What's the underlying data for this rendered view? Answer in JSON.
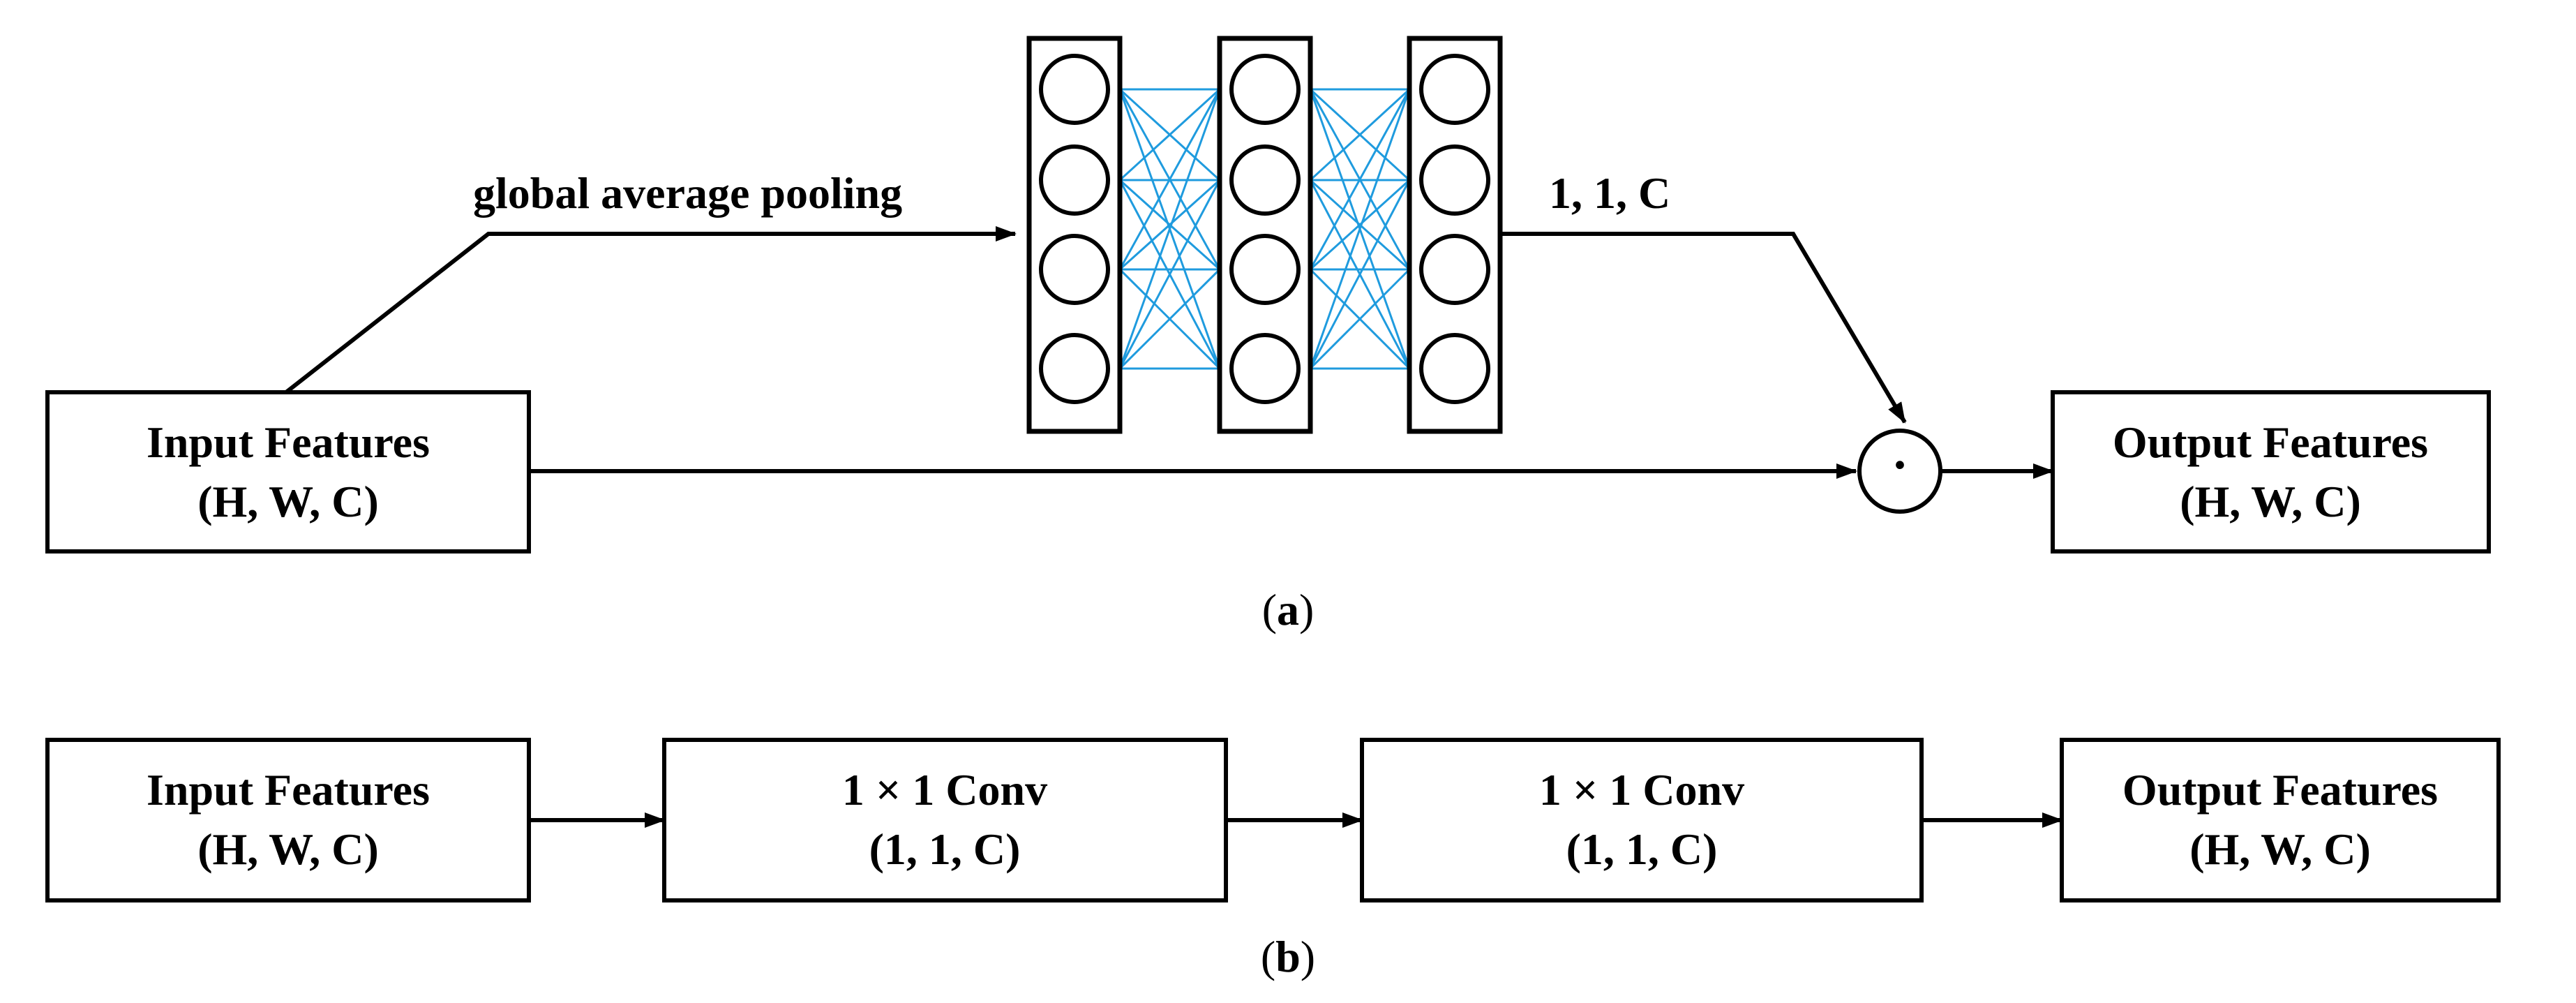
{
  "panel_a": {
    "input_box": {
      "title": "Input Features",
      "shape": "(H, W, C)"
    },
    "pooling_label": "global average pooling",
    "fc_output_label": "1, 1, C",
    "multiply_symbol": "·",
    "output_box": {
      "title": "Output Features",
      "shape": "(H, W, C)"
    },
    "caption_open": "(",
    "caption_letter": "a",
    "caption_close": ")",
    "network": {
      "layers": 3,
      "nodes_per_layer": 4,
      "connection_color": "#1f9bde"
    }
  },
  "panel_b": {
    "input_box": {
      "title": "Input Features",
      "shape": "(H, W, C)"
    },
    "conv1_box": {
      "title": "1 × 1 Conv",
      "shape": "(1, 1, C)"
    },
    "conv2_box": {
      "title": "1 × 1 Conv",
      "shape": "(1, 1, C)"
    },
    "output_box": {
      "title": "Output Features",
      "shape": "(H, W, C)"
    },
    "caption_open": "(",
    "caption_letter": "b",
    "caption_close": ")"
  }
}
